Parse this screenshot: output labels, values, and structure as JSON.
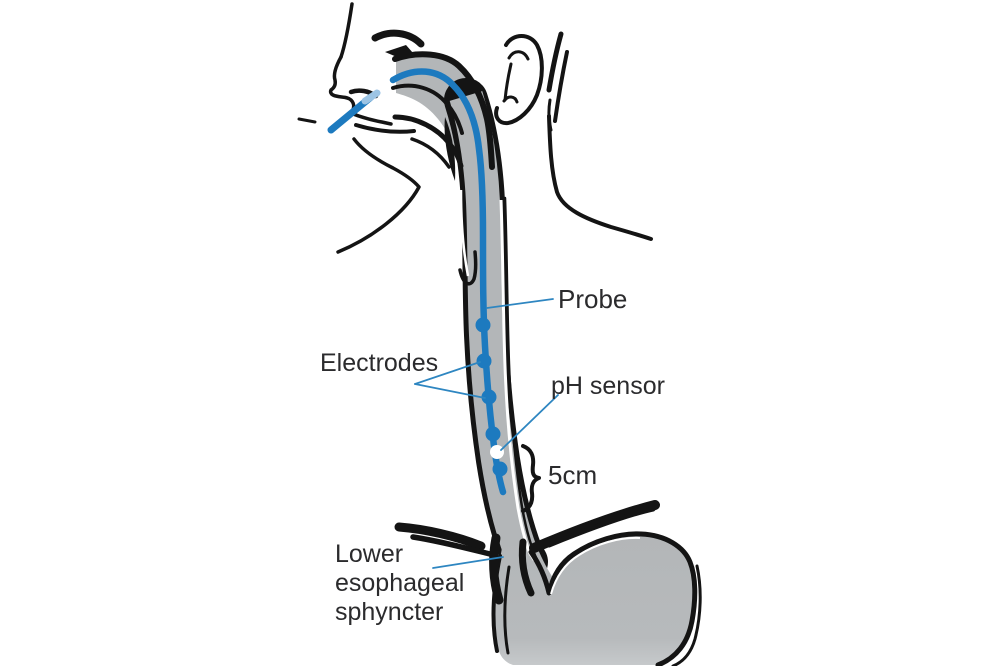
{
  "figure": {
    "description": "Anatomical line diagram of a person in profile with an esophageal pH monitoring probe inserted through the nose into the esophagus down to above the lower esophageal sphincter and stomach."
  },
  "labels": {
    "probe": "Probe",
    "electrodes": "Electrodes",
    "ph_sensor": "pH sensor",
    "distance": "5cm",
    "les_lines": [
      "Lower",
      "esophageal",
      "sphyncter"
    ]
  },
  "markers": {
    "electrode_count": 5,
    "ph_sensor_count": 1
  },
  "colors": {
    "probe_blue": "#1d7abf",
    "probe_tip_light": "#9cc4e4",
    "leader_blue": "#2e86c1",
    "anatomy_gray": "#b3b6b8",
    "stomach_gray_fade": "#c2c5c7",
    "line_black": "#141414",
    "text": "#2b2b2d",
    "background": "#ffffff"
  }
}
